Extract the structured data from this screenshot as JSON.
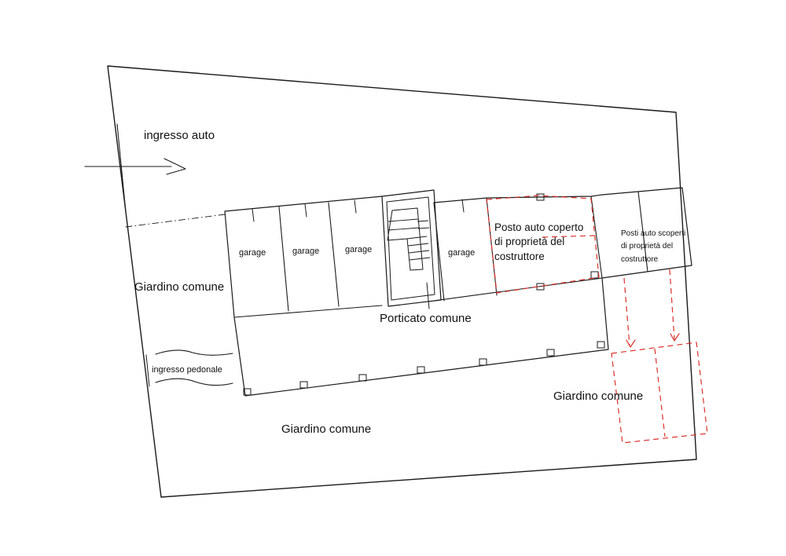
{
  "colors": {
    "line": "#1a1a1a",
    "proprietor": "#d9312b",
    "background": "#ffffff"
  },
  "labels": {
    "ingresso_auto": "ingresso auto",
    "giardino_left": "Giardino comune",
    "garage_1": "garage",
    "garage_2": "garage",
    "garage_3": "garage",
    "garage_4": "garage",
    "posto_coperto_1": "Posto auto coperto",
    "posto_coperto_2": "di proprietà del",
    "posto_coperto_3": "costruttore",
    "posti_scoperti_1": "Posti auto scoperti",
    "posti_scoperti_2": "di proprietà del",
    "posti_scoperti_3": "costruttore",
    "porticato": "Porticato comune",
    "ingresso_pedonale": "ingresso pedonale",
    "giardino_right": "Giardino comune",
    "giardino_bottom": "Giardino comune"
  }
}
